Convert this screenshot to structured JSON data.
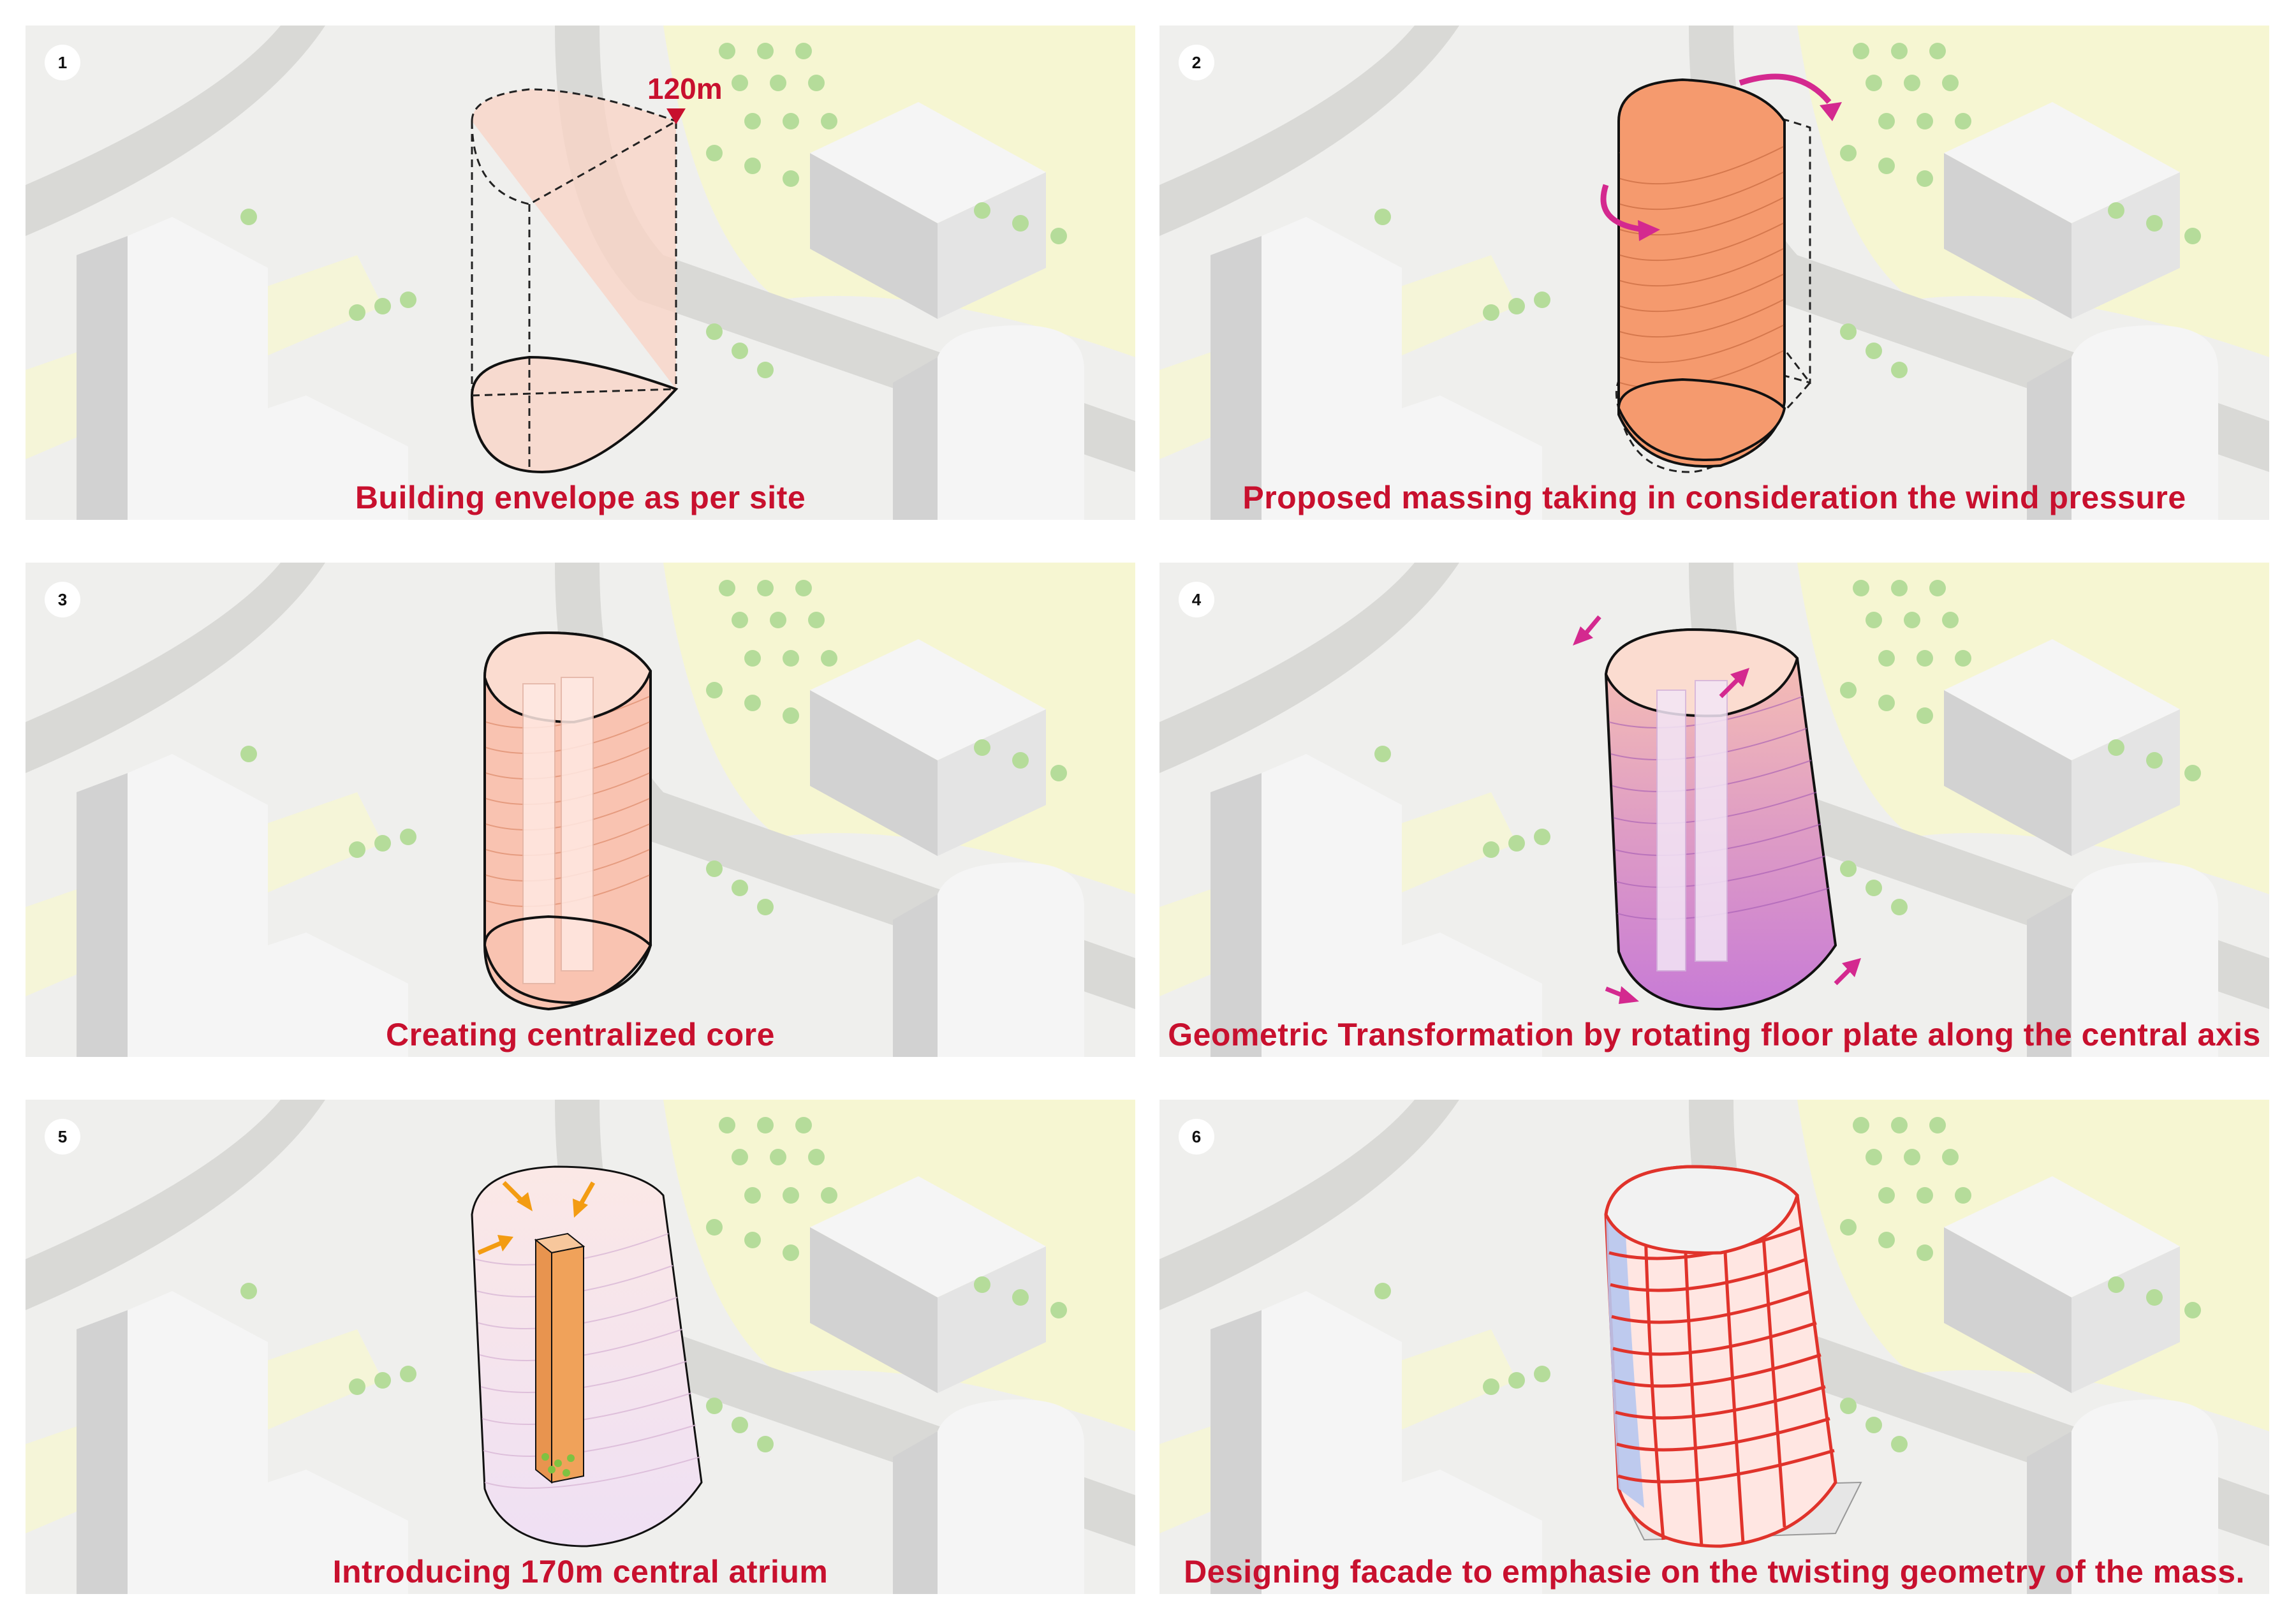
{
  "colors": {
    "caption": "#c8102e",
    "road": "#d9d9d6",
    "park": "#f6f6d2",
    "building_top": "#f2f2f2",
    "building_side": "#d2d2d2",
    "tree": "#b5dc9a",
    "envelope_fill": "#f9d3c4",
    "massing_fill": "#f59a6e",
    "twist_fill": "#c77ad6",
    "atrium_fill": "#f0a25a",
    "facade_red": "#e0332b",
    "arrow_magenta": "#d4298f",
    "arrow_orange": "#f39c12"
  },
  "panels": [
    {
      "number": "1",
      "caption": "Building envelope as per site",
      "height_label": "120m",
      "icons": [
        "height-marker-icon"
      ]
    },
    {
      "number": "2",
      "caption": "Proposed massing taking in consideration the wind pressure",
      "icons": [
        "rotation-arrow-icon",
        "rotation-arrow-icon"
      ]
    },
    {
      "number": "3",
      "caption": "Creating centralized core",
      "icons": []
    },
    {
      "number": "4",
      "caption": "Geometric Transformation by rotating floor plate along the central axis",
      "icons": [
        "direction-arrow-icon"
      ]
    },
    {
      "number": "5",
      "caption": "Introducing 170m central atrium",
      "icons": [
        "direction-arrow-icon"
      ]
    },
    {
      "number": "6",
      "caption": "Designing facade to  emphasie on the twisting geometry of the mass.",
      "icons": []
    }
  ]
}
